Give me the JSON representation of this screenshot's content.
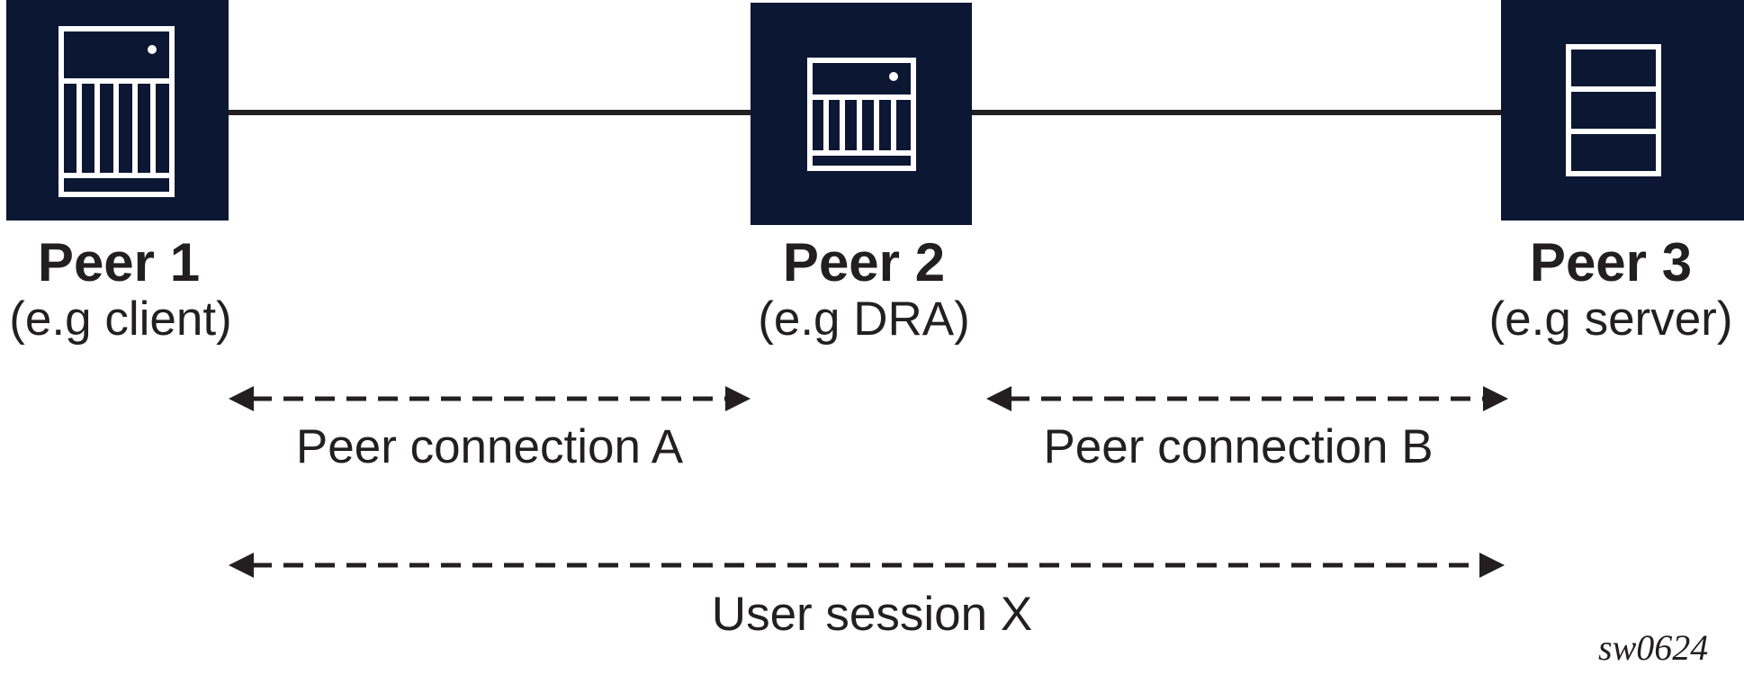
{
  "colors": {
    "node_fill": "#0b1733",
    "icon_stroke": "#ffffff",
    "line": "#231f20",
    "text": "#231f20"
  },
  "peers": [
    {
      "title": "Peer 1",
      "role": "(e.g client)",
      "icon": "server-tower-icon"
    },
    {
      "title": "Peer 2",
      "role": "(e.g DRA)",
      "icon": "server-tower-icon"
    },
    {
      "title": "Peer 3",
      "role": "(e.g server)",
      "icon": "server-rack-icon"
    }
  ],
  "connections": {
    "peer_connection_a": "Peer connection A",
    "peer_connection_b": "Peer connection B",
    "user_session": "User session X"
  },
  "figure_id": "sw0624"
}
